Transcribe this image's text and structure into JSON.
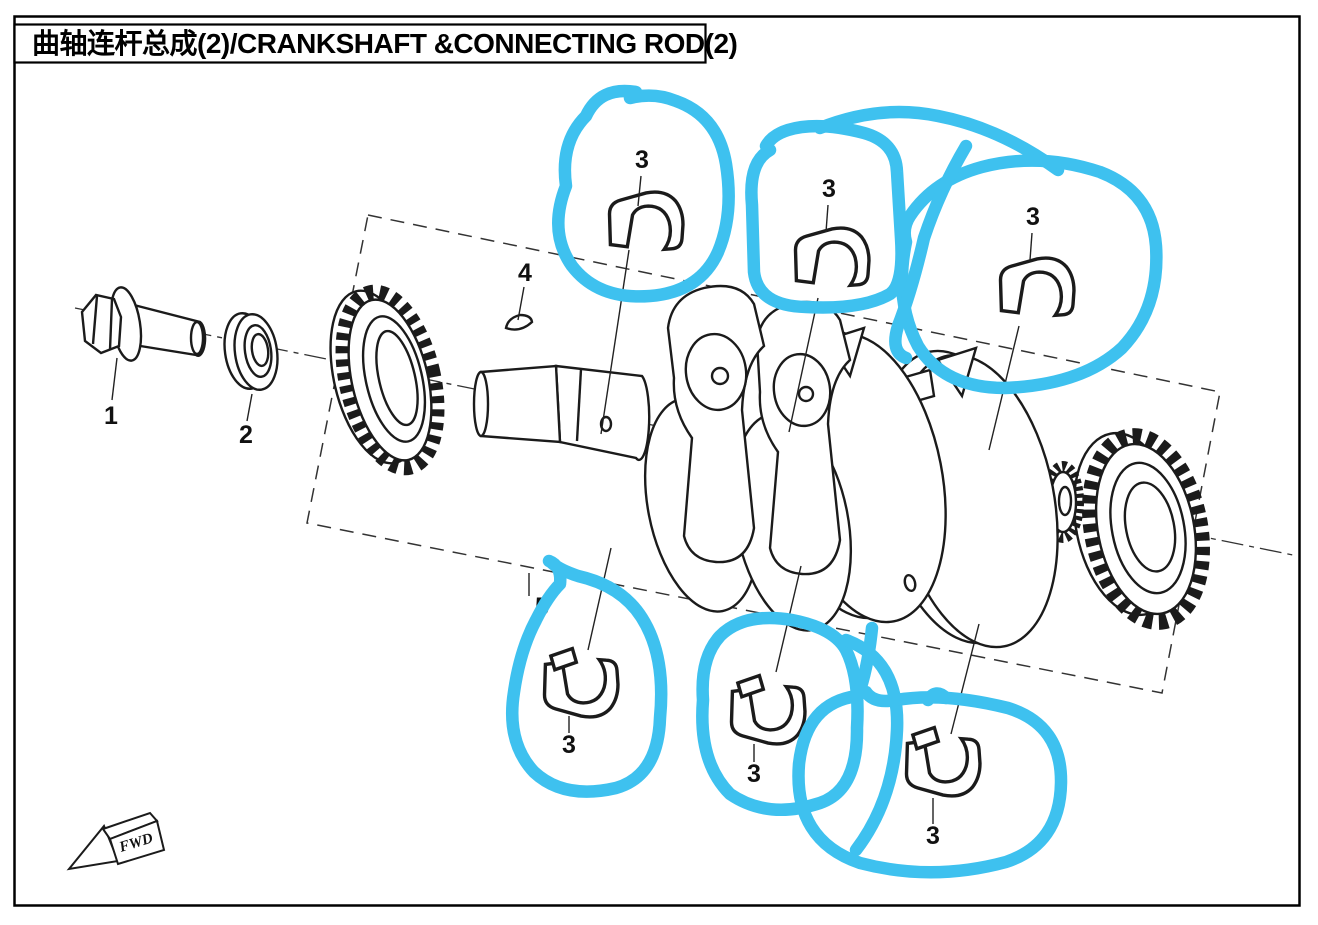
{
  "page": {
    "title": "曲轴连杆总成(2)/CRANKSHAFT &CONNECTING ROD(2)"
  },
  "callouts": {
    "n1": "1",
    "n2": "2",
    "n4": "4",
    "n5": "5",
    "n3_top_left": "3",
    "n3_top_mid": "3",
    "n3_top_right": "3",
    "n3_bottom_left": "3",
    "n3_bottom_mid": "3",
    "n3_bottom_right": "3"
  },
  "direction_arrow": {
    "label": "FWD"
  },
  "annotation": {
    "highlight_color": "#3EC1EF",
    "highlighted_part_number": "3",
    "highlight_circle_count": 6
  }
}
